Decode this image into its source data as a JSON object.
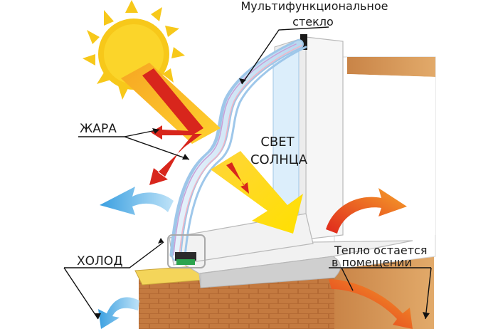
{
  "labels": {
    "glass_line1": "Мультифункциональное",
    "glass_line2": "стекло",
    "heat": "ЖАРА",
    "sun_line1": "СВЕТ",
    "sun_line2": "СОЛНЦА",
    "cold": "ХОЛОД",
    "warm_line1": "Тепло остается",
    "warm_line2": "в  помещении"
  },
  "colors": {
    "sun": "#f7c81a",
    "sun_core": "#fbd52a",
    "heat_red": "#d8261c",
    "cold_blue": "#5bb4e6",
    "warm_orange": "#f0841e",
    "glass": "#cfe4f6",
    "frame": "#f4f4f4",
    "brick": "#b86d37",
    "wall": "#d79d5e"
  }
}
